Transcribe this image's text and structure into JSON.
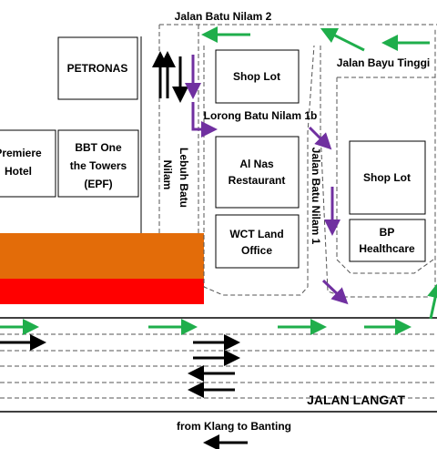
{
  "roads": {
    "jalan_batu_nilam_2": "Jalan Batu Nilam 2",
    "jalan_bayu_tinggi": "Jalan Bayu Tinggi",
    "lorong_batu_nilam_1b": "Lorong Batu Nilam 1b",
    "jalan_batu_nilam_1": "Jalan Batu Nilam 1",
    "lebuh_batu_nilam_line1": "Lebuh Batu",
    "lebuh_batu_nilam_line2": "Nilam",
    "jalan_langat": "JALAN LANGAT",
    "direction_note": "from Klang to Banting"
  },
  "buildings": {
    "petronas": "PETRONAS",
    "premiere_line1": "Premiere",
    "premiere_line2": "Hotel",
    "bbt_line1": "BBT One",
    "bbt_line2": "the Towers",
    "bbt_line3": "(EPF)",
    "shop_lot_a": "Shop Lot",
    "al_nas_line1": "Al Nas",
    "al_nas_line2": "Restaurant",
    "wct_line1": "WCT Land",
    "wct_line2": "Office",
    "shop_lot_b": "Shop Lot",
    "bp_line1": "BP",
    "bp_line2": "Healthcare"
  },
  "colors": {
    "green_arrow": "#1fae4b",
    "purple_arrow": "#7030a0",
    "orange_zone": "#e36c09",
    "red_zone": "#ff0000",
    "black": "#000000"
  }
}
